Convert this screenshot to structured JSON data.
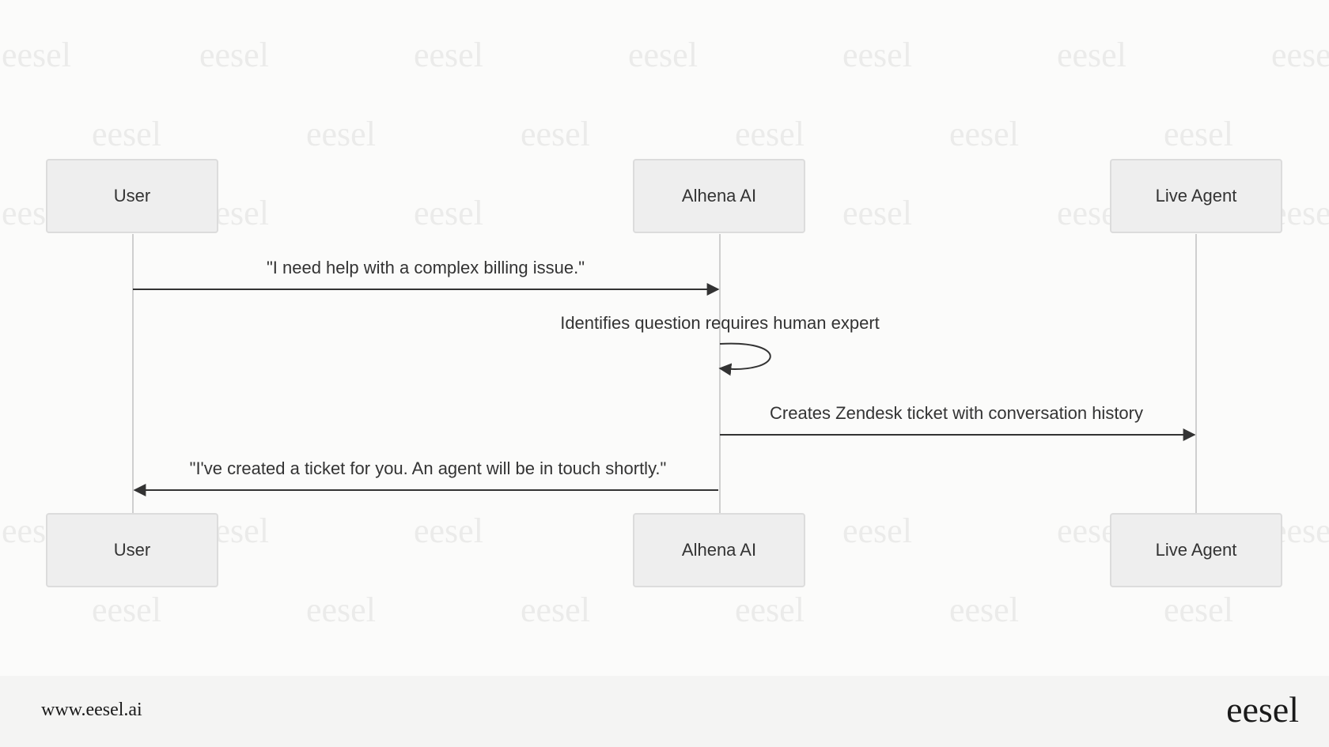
{
  "diagram": {
    "type": "sequence",
    "actors": [
      {
        "id": "user",
        "label": "User"
      },
      {
        "id": "alhena",
        "label": "Alhena AI"
      },
      {
        "id": "agent",
        "label": "Live Agent"
      }
    ],
    "messages": [
      {
        "from": "user",
        "to": "alhena",
        "label": "\"I need help with a complex billing issue.\""
      },
      {
        "from": "alhena",
        "to": "alhena",
        "label": "Identifies question requires human expert"
      },
      {
        "from": "alhena",
        "to": "agent",
        "label": "Creates Zendesk ticket with conversation history"
      },
      {
        "from": "alhena",
        "to": "user",
        "label": "\"I've created a ticket for you. An agent will be in touch shortly.\""
      }
    ]
  },
  "watermark": {
    "text": "eesel"
  },
  "footer": {
    "url": "www.eesel.ai",
    "logo": "eesel"
  },
  "colors": {
    "background": "#fbfbfa",
    "actor_fill": "#eeeeee",
    "actor_border": "#dcdcdc",
    "lifeline": "#cfcfcf",
    "arrow": "#333333",
    "footer_bg": "#f4f4f3"
  }
}
